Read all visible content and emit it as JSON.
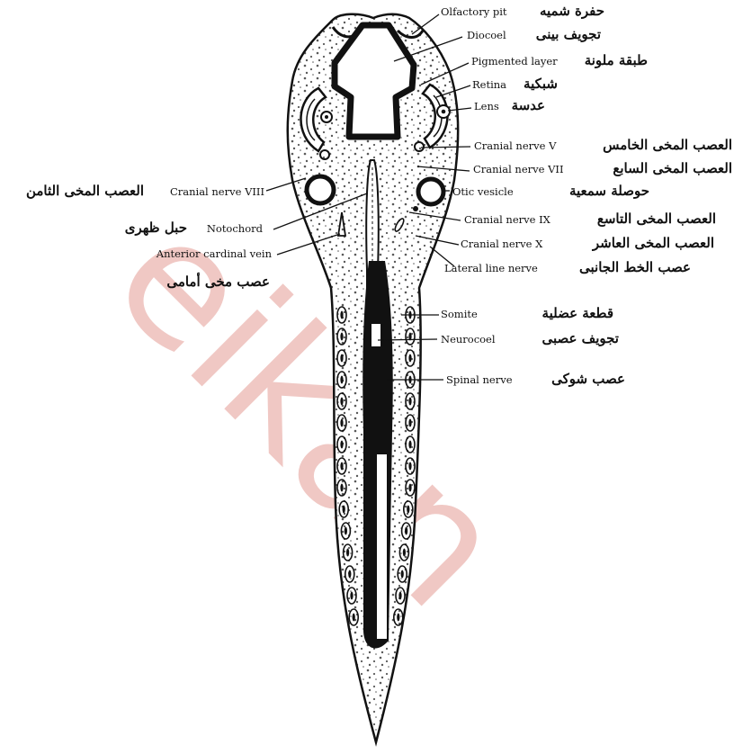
{
  "watermark": "eikan",
  "labels": {
    "olfactory_pit": {
      "en": "Olfactory pit",
      "ar": "حفرة شميه"
    },
    "diocoel": {
      "en": "Diocoel",
      "ar": "تجويف بينى"
    },
    "pigmented_layer": {
      "en": "Pigmented layer",
      "ar": "طبقة ملونة"
    },
    "retina": {
      "en": "Retina",
      "ar": "شبكية"
    },
    "lens": {
      "en": "Lens",
      "ar": "عدسة"
    },
    "cranial_nerve_v": {
      "en": "Cranial nerve V",
      "ar": "العصب المخى الخامس"
    },
    "cranial_nerve_vii": {
      "en": "Cranial nerve VII",
      "ar": "العصب المخى السابع"
    },
    "cranial_nerve_viii": {
      "en": "Cranial nerve VIII",
      "ar": "العصب المخى الثامن"
    },
    "otic_vesicle": {
      "en": "Otic vesicle",
      "ar": "حوصلة سمعية"
    },
    "notochord": {
      "en": "Notochord",
      "ar": "حبل ظهرى"
    },
    "cranial_nerve_ix": {
      "en": "Cranial nerve IX",
      "ar": "العصب المخى التاسع"
    },
    "anterior_cardinal_vein": {
      "en": "Anterior cardinal vein",
      "ar": "عصب مخى أمامى"
    },
    "cranial_nerve_x": {
      "en": "Cranial nerve X",
      "ar": "العصب المخى العاشر"
    },
    "lateral_line_nerve": {
      "en": "Lateral line nerve",
      "ar": "عصب الخط الجانبى"
    },
    "somite": {
      "en": "Somite",
      "ar": "قطعة عضلية"
    },
    "neurocoel": {
      "en": "Neurocoel",
      "ar": "تجويف عصبى"
    },
    "spinal_nerve": {
      "en": "Spinal nerve",
      "ar": "عصب شوكى"
    }
  }
}
